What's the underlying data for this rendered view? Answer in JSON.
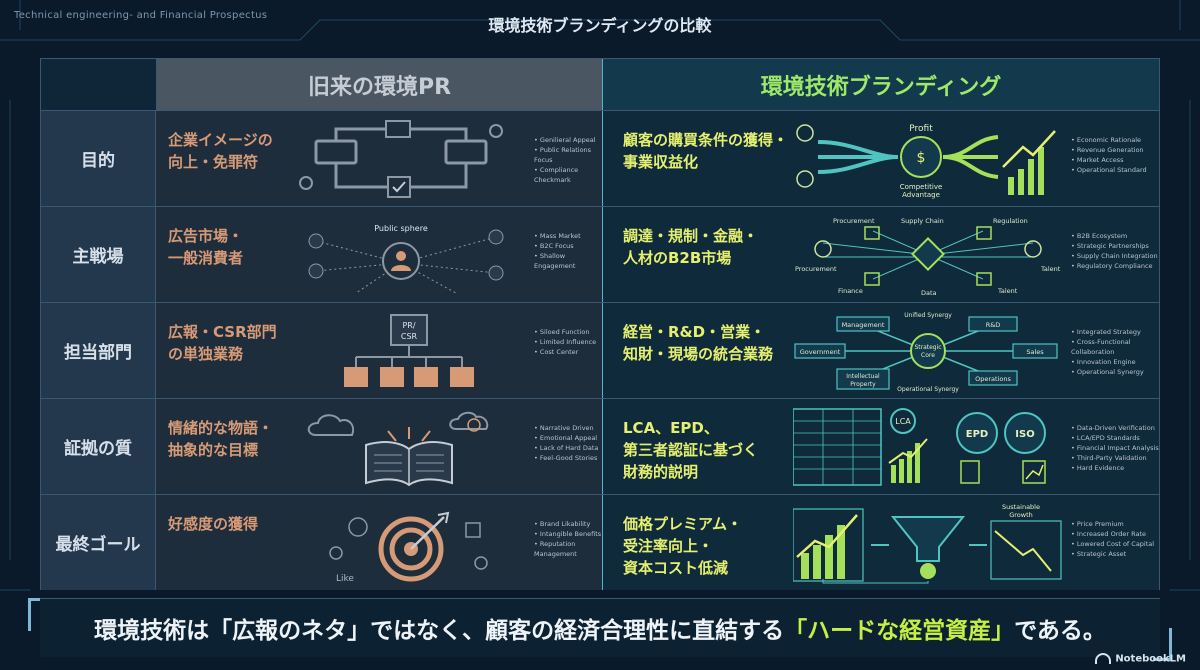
{
  "header": {
    "top_left": "Technical engineering- and Financial Prospectus",
    "title": "環境技術ブランディングの比較"
  },
  "table": {
    "col_old": "旧来の環境PR",
    "col_new": "環境技術ブランディング",
    "rows": [
      {
        "label": "目的",
        "old_text": "企業イメージの\n向上・免罪符",
        "old_notes": [
          "Genilieral Appeal",
          "Public Relations Focus",
          "Compliance Checkmark"
        ],
        "new_text": "顧客の購買条件の獲得・\n事業収益化",
        "new_notes": [
          "Economic Rationale",
          "Revenue Generation",
          "Market Access",
          "Operational Standard"
        ],
        "icon_labels": [
          "Profit",
          "Competitive\nAdvantage"
        ]
      },
      {
        "label": "主戦場",
        "old_text": "広告市場・\n一般消費者",
        "old_notes": [
          "Mass Market",
          "B2C Focus",
          "Shallow Engagement"
        ],
        "new_text": "調達・規制・金融・\n人材のB2B市場",
        "new_notes": [
          "B2B Ecosystem",
          "Strategic Partnerships",
          "Supply Chain Integration",
          "Regulatory Compliance"
        ],
        "icon_labels": [
          "Public sphere",
          "Procurement",
          "Supply Chain",
          "Regulation",
          "Procurement",
          "Talent",
          "Finance",
          "Data",
          "Talent"
        ]
      },
      {
        "label": "担当部門",
        "old_text": "広報・CSR部門\nの単独業務",
        "old_notes": [
          "Siloed Function",
          "Limited Influence",
          "Cost Center"
        ],
        "new_text": "経営・R&D・営業・\n知財・現場の統合業務",
        "new_notes": [
          "Integrated Strategy",
          "Cross-Functional Collaboration",
          "Innovation Engine",
          "Operational Synergy"
        ],
        "icon_labels": [
          "PR/\nCSR",
          "Management",
          "Unified Synergy",
          "R&D",
          "Government",
          "Strategic\nCore",
          "Sales",
          "Intellectual\nProperty",
          "Operational Synergy",
          "Operations"
        ]
      },
      {
        "label": "証拠の質",
        "old_text": "情緒的な物語・\n抽象的な目標",
        "old_notes": [
          "Narrative Driven",
          "Emotional Appeal",
          "Lack of Hard Data",
          "Feel-Good Stories"
        ],
        "new_text": "LCA、EPD、\n第三者認証に基づく\n財務的説明",
        "new_notes": [
          "Data-Driven Verification",
          "LCA/EPD Standards",
          "Financial Impact Analysis",
          "Third-Party Validation",
          "Hard Evidence"
        ],
        "icon_labels": [
          "LCA",
          "EPD",
          "ISO"
        ]
      },
      {
        "label": "最終ゴール",
        "old_text": "好感度の獲得",
        "old_notes": [
          "Brand Likability",
          "Intangible Benefits",
          "Reputation Management"
        ],
        "new_text": "価格プレミアム・\n受注率向上・\n資本コスト低減",
        "new_notes": [
          "Price Premium",
          "Increased Order Rate",
          "Lowered Cost of Capital",
          "Strategic Asset"
        ],
        "icon_labels": [
          "Like",
          "Sustainable\nGrowth"
        ]
      }
    ]
  },
  "bottom": {
    "part1": "環境技術は「広報のネタ」ではなく、顧客の経済合理性に直結する",
    "highlight": "「ハードな経営資産」",
    "part2": "である。"
  },
  "brand": "NotebookLM",
  "colors": {
    "old_accent": "#d79a76",
    "new_accent": "#e5ef70",
    "new_header": "#9fe86a",
    "highlight": "#c6ef44"
  }
}
